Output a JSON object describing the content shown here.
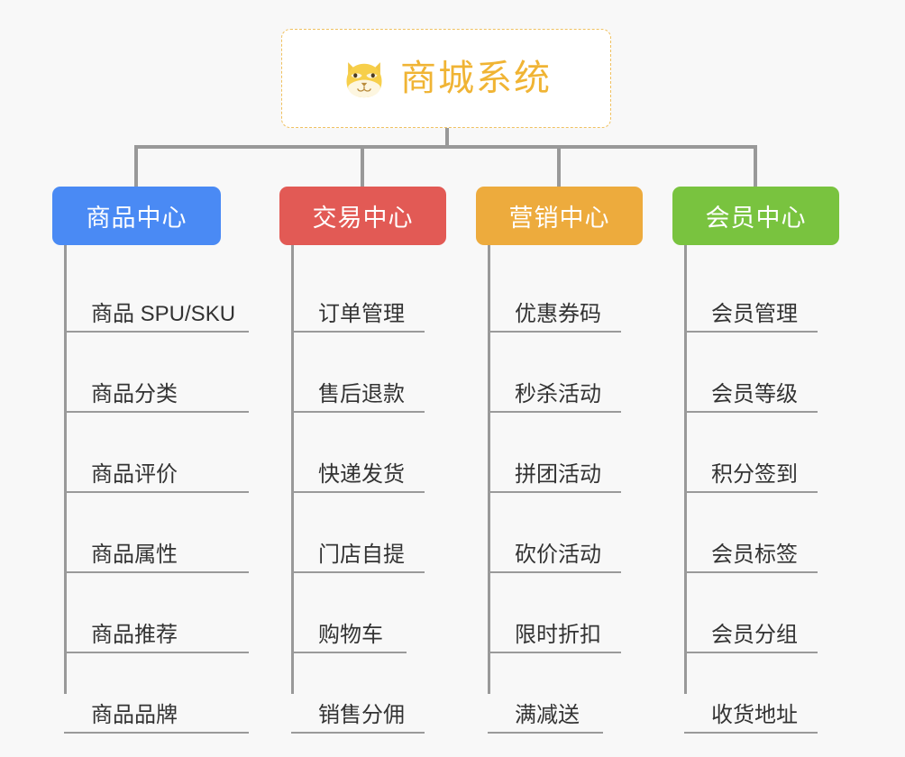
{
  "diagram": {
    "type": "mind-map",
    "background_color": "#f8f8f8",
    "connector_color": "#999999",
    "root": {
      "title": "商城系统",
      "icon": "shiba-dog-face-icon",
      "text_color": "#f0b434",
      "border_color": "#f0c160",
      "background_color": "#ffffff"
    },
    "branches": [
      {
        "id": "product-center",
        "label": "商品中心",
        "color": "#4a8af4",
        "items": [
          {
            "label": "商品 SPU/SKU"
          },
          {
            "label": "商品分类"
          },
          {
            "label": "商品评价"
          },
          {
            "label": "商品属性"
          },
          {
            "label": "商品推荐"
          },
          {
            "label": "商品品牌"
          }
        ]
      },
      {
        "id": "trade-center",
        "label": "交易中心",
        "color": "#e25a55",
        "items": [
          {
            "label": "订单管理"
          },
          {
            "label": "售后退款"
          },
          {
            "label": "快递发货"
          },
          {
            "label": "门店自提"
          },
          {
            "label": "购物车"
          },
          {
            "label": "销售分佣"
          }
        ]
      },
      {
        "id": "marketing-center",
        "label": "营销中心",
        "color": "#edab3d",
        "items": [
          {
            "label": "优惠券码"
          },
          {
            "label": "秒杀活动"
          },
          {
            "label": "拼团活动"
          },
          {
            "label": "砍价活动"
          },
          {
            "label": "限时折扣"
          },
          {
            "label": "满减送"
          }
        ]
      },
      {
        "id": "member-center",
        "label": "会员中心",
        "color": "#79c33f",
        "items": [
          {
            "label": "会员管理"
          },
          {
            "label": "会员等级"
          },
          {
            "label": "积分签到"
          },
          {
            "label": "会员标签"
          },
          {
            "label": "会员分组"
          },
          {
            "label": "收货地址"
          }
        ]
      }
    ]
  }
}
